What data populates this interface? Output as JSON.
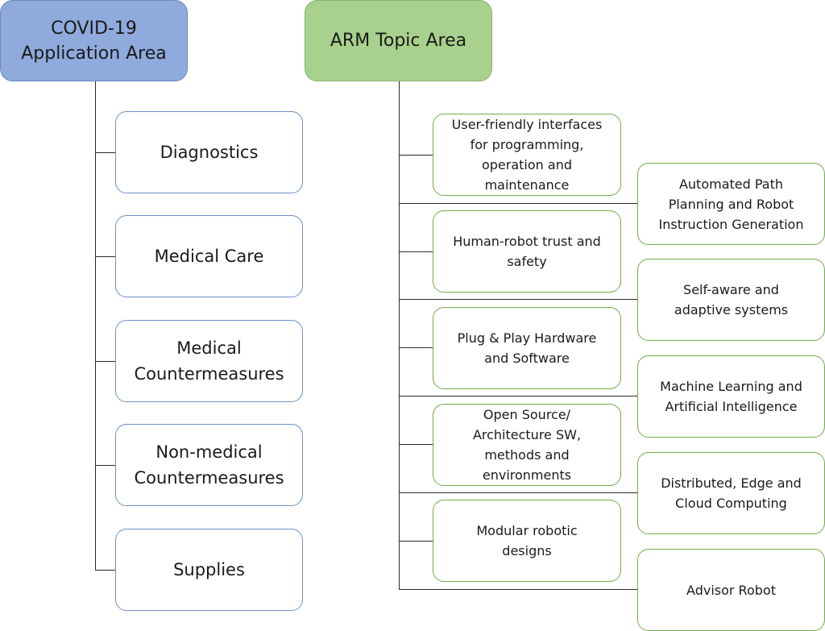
{
  "covid": {
    "header": "COVID-19\nApplication Area",
    "items": [
      "Diagnostics",
      "Medical Care",
      "Medical\nCountermeasures",
      "Non-medical\nCountermeasures",
      "Supplies"
    ]
  },
  "arm": {
    "header": "ARM Topic Area",
    "left_items": [
      "User-friendly interfaces\nfor programming,\noperation and\nmaintenance",
      "Human-robot trust and\nsafety",
      "Plug & Play Hardware\nand Software",
      "Open Source/\nArchitecture SW,\nmethods and\nenvironments",
      "Modular robotic\ndesigns"
    ],
    "right_items": [
      "Automated Path\nPlanning and Robot\nInstruction Generation",
      "Self-aware and\nadaptive systems",
      "Machine Learning and\nArtificial Intelligence",
      "Distributed, Edge and\nCloud Computing",
      "Advisor Robot"
    ]
  }
}
